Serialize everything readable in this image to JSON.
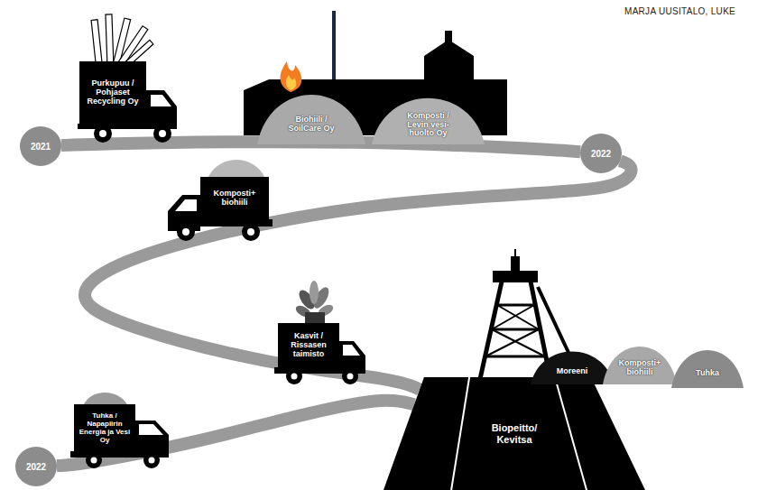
{
  "diagram": {
    "nodes": [
      {
        "text": [
          "2021"
        ]
      },
      {
        "text": [
          "Purkupuu / Pohjaset Recycling Oy"
        ]
      },
      {
        "text": [
          "Biohiili / SoilCare Oy"
        ]
      },
      {
        "text": [
          "Komposti / Levin vesi- huolto Oy"
        ]
      },
      {
        "text": [
          "2022"
        ]
      },
      {
        "text": [
          "Komposti+ biohiili"
        ]
      },
      {
        "text": [
          "Kasvit / Rissasen taimisto"
        ]
      },
      {
        "text": [
          "2022"
        ]
      },
      {
        "text": [
          "Tuhka / Napapiirin Energia ja Vesi Oy"
        ]
      },
      {
        "text": [
          "Biopeitto/ Kevitsa"
        ]
      },
      {
        "text": [
          "Moreeni"
        ]
      },
      {
        "text": [
          "Komposti+ biohiili"
        ]
      },
      {
        "text": [
          "Tuhka"
        ]
      }
    ],
    "edges": [
      {
        "from": 0,
        "to": 4,
        "arrow": "none"
      },
      {
        "from": 4,
        "to": 9,
        "arrow": "none"
      },
      {
        "from": 7,
        "to": 9,
        "arrow": "none"
      }
    ],
    "labels": [
      "MARJA UUSITALO, LUKE"
    ]
  }
}
